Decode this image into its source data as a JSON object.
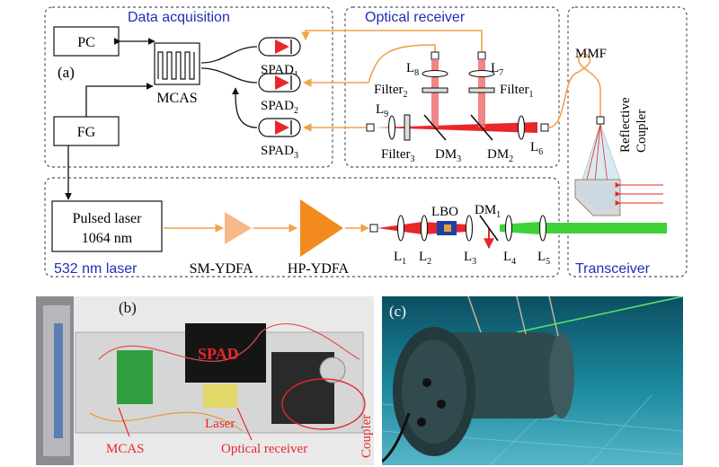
{
  "top": {
    "sections": {
      "data_acquisition": "Data acquisition",
      "optical_receiver": "Optical receiver",
      "laser_section": "532 nm laser",
      "transceiver": "Transceiver"
    },
    "panel_label": "(a)",
    "blocks": {
      "pc": "PC",
      "fg": "FG",
      "mcas": "MCAS",
      "pulsed_laser_line1": "Pulsed laser",
      "pulsed_laser_line2": "1064 nm",
      "sm_ydfa": "SM-YDFA",
      "hp_ydfa": "HP-YDFA",
      "lbo": "LBO",
      "mmf": "MMF",
      "reflective": "Reflective",
      "coupler": "Coupler"
    },
    "spads": [
      {
        "base": "SPAD",
        "sub": "1"
      },
      {
        "base": "SPAD",
        "sub": "2"
      },
      {
        "base": "SPAD",
        "sub": "3"
      }
    ],
    "optics": {
      "l8": {
        "base": "L",
        "sub": "8"
      },
      "l7": {
        "base": "L",
        "sub": "7"
      },
      "l9": {
        "base": "L",
        "sub": "9"
      },
      "l6": {
        "base": "L",
        "sub": "6"
      },
      "filter2": {
        "base": "Filter",
        "sub": "2"
      },
      "filter1": {
        "base": "Filter",
        "sub": "1"
      },
      "filter3": {
        "base": "Filter",
        "sub": "3"
      },
      "dm3": {
        "base": "DM",
        "sub": "3"
      },
      "dm2": {
        "base": "DM",
        "sub": "2"
      },
      "dm1": {
        "base": "DM",
        "sub": "1"
      },
      "l1": {
        "base": "L",
        "sub": "1"
      },
      "l2": {
        "base": "L",
        "sub": "2"
      },
      "l3": {
        "base": "L",
        "sub": "3"
      },
      "l4": {
        "base": "L",
        "sub": "4"
      },
      "l5": {
        "base": "L",
        "sub": "5"
      }
    }
  },
  "photo_b": {
    "panel_label": "(b)",
    "labels": {
      "spad": "SPAD",
      "laser": "Laser",
      "mcas": "MCAS",
      "optical_receiver": "Optical receiver",
      "coupler": "Coupler"
    }
  },
  "photo_c": {
    "panel_label": "(c)"
  },
  "colors": {
    "section_title": "#1f2fb5",
    "beam_red": "#e8272a",
    "beam_green": "#3fd23a",
    "fiber_orange": "#f2a24a",
    "amp_light": "#f7b98a",
    "amp_dark": "#f28a1e",
    "photo_red_label": "#e8272a"
  }
}
